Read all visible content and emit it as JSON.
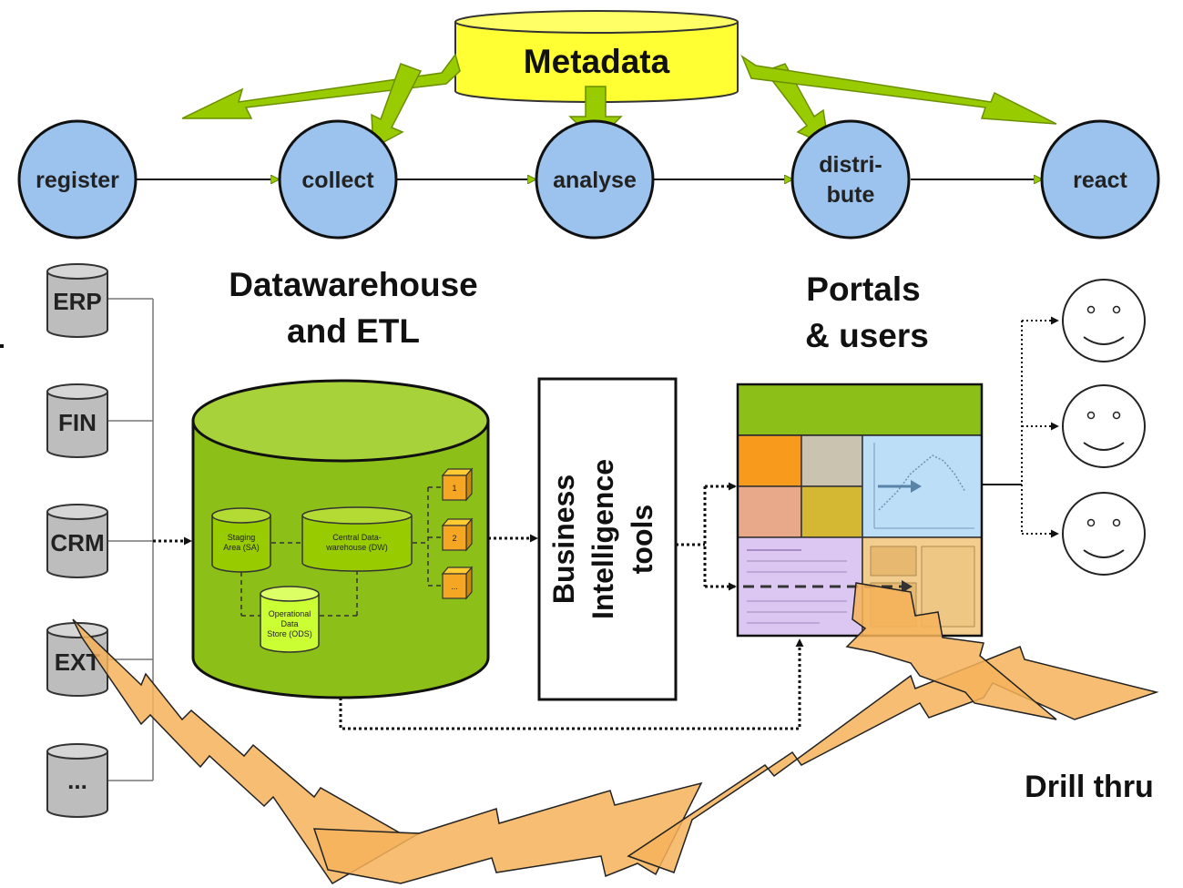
{
  "metadata": {
    "label": "Metadata"
  },
  "process_steps": [
    {
      "label_lines": [
        "register"
      ]
    },
    {
      "label_lines": [
        "collect"
      ]
    },
    {
      "label_lines": [
        "analyse"
      ]
    },
    {
      "label_lines": [
        "distri-",
        "bute"
      ]
    },
    {
      "label_lines": [
        "react"
      ]
    }
  ],
  "sources": [
    "ERP",
    "FIN",
    "CRM",
    "EXT",
    "..."
  ],
  "datawarehouse": {
    "heading_lines": [
      "Datawarehouse",
      "and ETL"
    ],
    "staging_lines": [
      "Staging",
      "Area (SA)"
    ],
    "central_lines": [
      "Central Data-",
      "warehouse (DW)"
    ],
    "ods_lines": [
      "Operational",
      "Data",
      "Store (ODS)"
    ],
    "marts": [
      "1",
      "2",
      "..."
    ]
  },
  "bi_tools": {
    "label_lines": [
      "Business",
      "Intelligence",
      "tools"
    ]
  },
  "portals": {
    "heading_lines": [
      "Portals",
      "& users"
    ]
  },
  "drill_thru": {
    "label": "Drill thru"
  },
  "colors": {
    "circle_fill": "#9cc3ee",
    "metadata_fill": "#ffff33",
    "green_arrow": "#99cc00",
    "dw_green": "#8cc019",
    "lightning": "#f6b35a",
    "source_gray": "#bdbdbd"
  }
}
